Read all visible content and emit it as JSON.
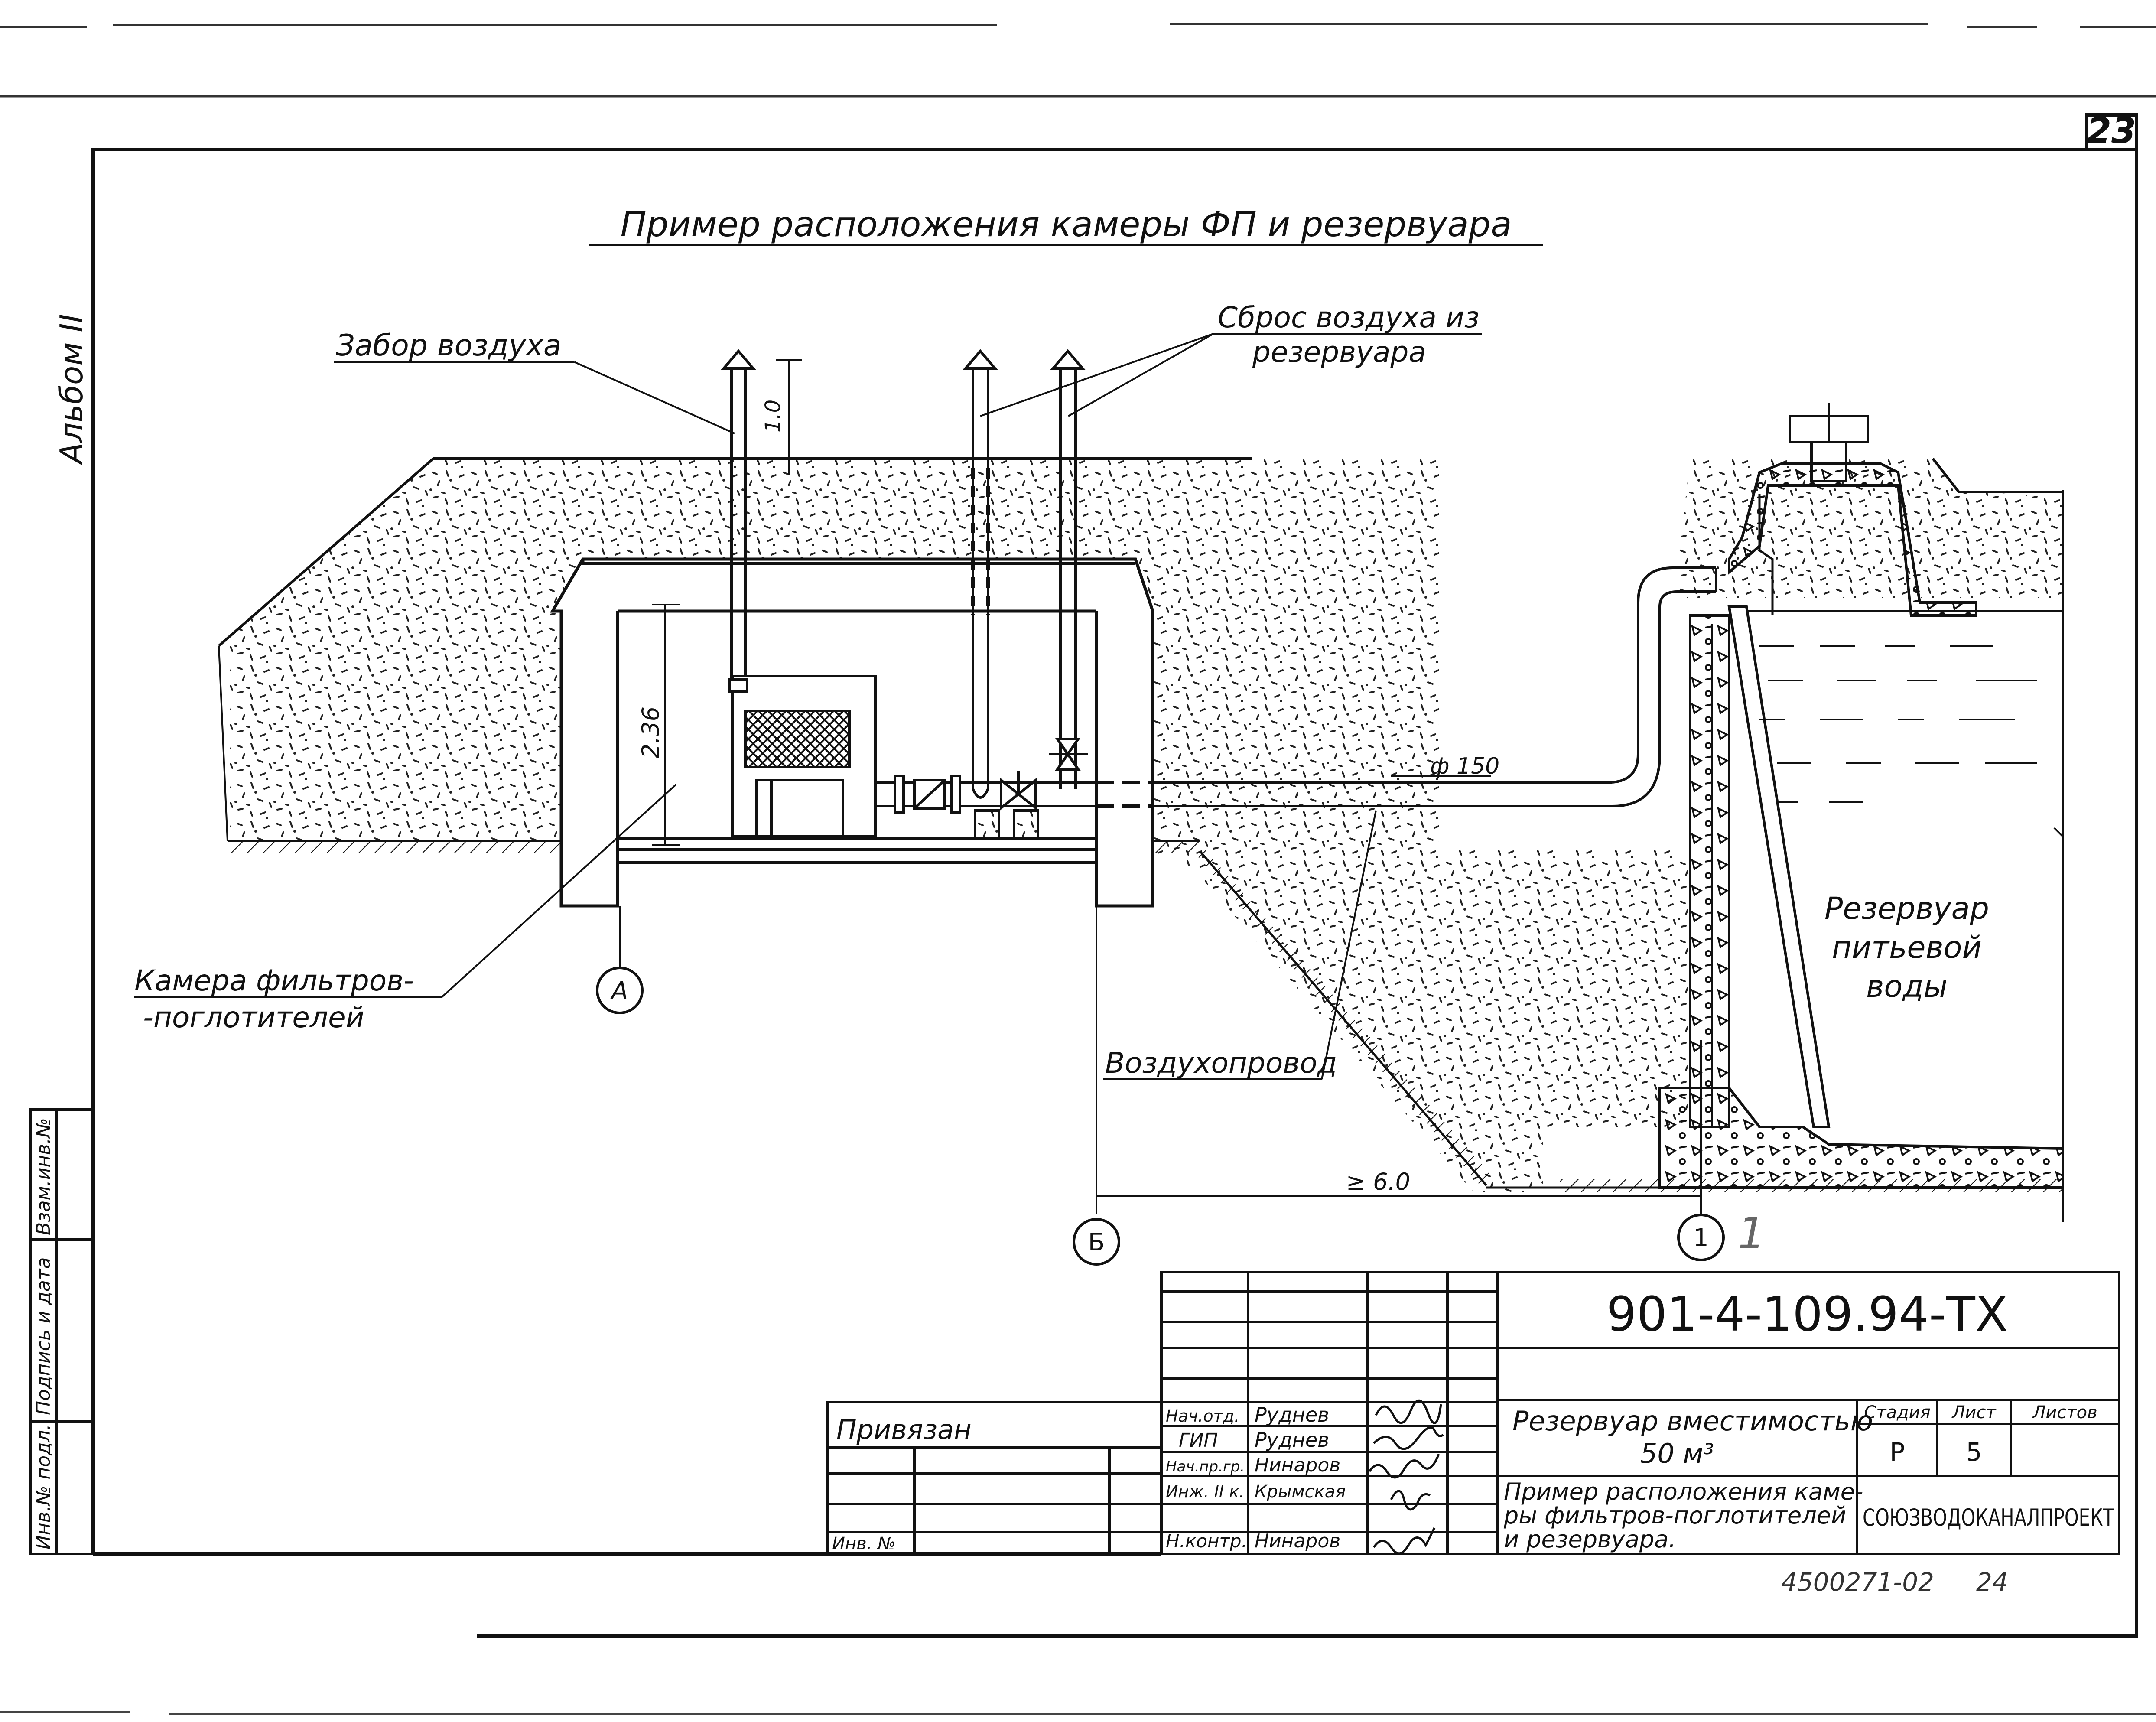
{
  "sheet": {
    "page_number": "23",
    "album": "Альбом II",
    "title": "Пример расположения камеры ФП и резервуара"
  },
  "labels": {
    "air_intake": "Забор воздуха",
    "air_discharge_line1": "Сброс воздуха из",
    "air_discharge_line2": "резервуара",
    "chamber_line1": "Камера фильтров-",
    "chamber_line2": "-поглотителей",
    "air_duct": "Воздухопровод",
    "reservoir_line1": "Резервуар",
    "reservoir_line2": "питьевой",
    "reservoir_line3": "воды"
  },
  "dimensions": {
    "pipe_height": "1.0",
    "chamber_height": "2.36",
    "pipe_diameter": "ф 150",
    "min_distance": "≥ 6.0"
  },
  "axes": {
    "a": "А",
    "b": "Б",
    "one": "1",
    "one_handwritten": "1"
  },
  "side_stamp": {
    "col1": "Инв.№ подл.",
    "col2": "Подпись и дата",
    "col3": "Взам.инв.№"
  },
  "binding_block": {
    "label": "Привязан",
    "inv": "Инв. №"
  },
  "title_block": {
    "code": "901-4-109.94-ТХ",
    "object": "Резервуар вместимостью",
    "object_volume": "50 м³",
    "drawing": "Пример расположения камеры фильтров-поглотителей и резервуара.",
    "drawing_line1": "Пример расположения каме-",
    "drawing_line2": "ры фильтров-поглотителей",
    "drawing_line3": "и резервуара.",
    "stage_label": "Стадия",
    "sheet_label": "Лист",
    "sheets_label": "Листов",
    "stage": "Р",
    "sheet_no": "5",
    "organization": "СОЮЗВОДОКАНАЛПРОЕКТ",
    "roles": [
      "Нач.отд.",
      "ГИП",
      "Нач.пр.гр.",
      "Инж. II к.",
      "Н.контр."
    ],
    "names": [
      "Руднев",
      "Руднев",
      "Нинаров",
      "Крымская",
      "Нинаров"
    ]
  },
  "footer": {
    "archive_no": "4500271-02",
    "archive_page": "24"
  }
}
